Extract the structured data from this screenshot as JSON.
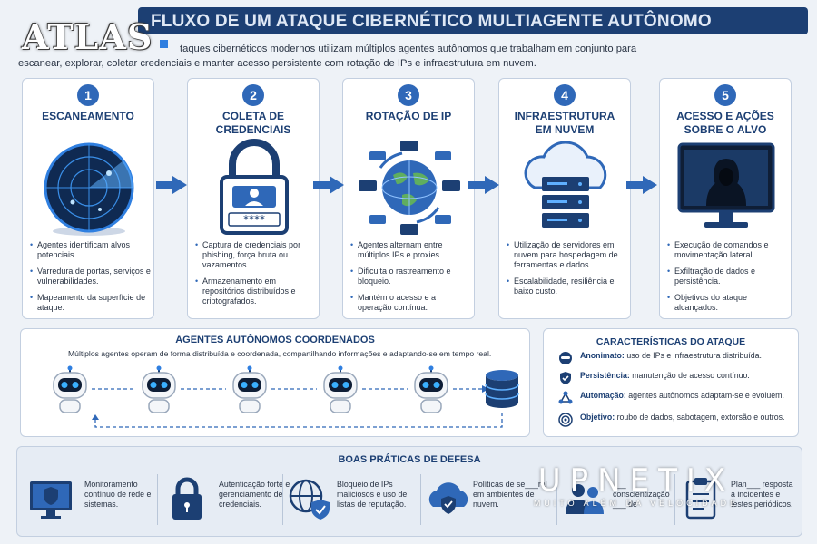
{
  "header": {
    "title": "FLUXO DE UM ATAQUE CIBERNÉTICO MULTIAGENTE AUTÔNOMO",
    "intro_line1": "taques cibernéticos modernos utilizam múltiplos agentes autônomos que trabalham em conjunto para",
    "intro_line2": "escanear, explorar, coletar credenciais e manter acesso persistente com rotação de IPs e infraestrutura em nuvem."
  },
  "logo": {
    "text": "ATLAS"
  },
  "steps": [
    {
      "number": "1",
      "title_line1": "ESCANEAMENTO",
      "title_line2": "",
      "icon": "radar-icon",
      "bullets": [
        "Agentes identificam alvos potenciais.",
        "Varredura de portas, serviços e vulnerabilidades.",
        "Mapeamento da superfície de ataque."
      ]
    },
    {
      "number": "2",
      "title_line1": "COLETA DE",
      "title_line2": "CREDENCIAIS",
      "icon": "padlock-icon",
      "bullets": [
        "Captura de credenciais por phishing, força bruta ou vazamentos.",
        "Armazenamento em repositórios distribuídos e criptografados."
      ]
    },
    {
      "number": "3",
      "title_line1": "ROTAÇÃO DE IP",
      "title_line2": "",
      "icon": "globe-servers-icon",
      "bullets": [
        "Agentes alternam entre múltiplos IPs e proxies.",
        "Dificulta o rastreamento e bloqueio.",
        "Mantém o acesso e a operação contínua."
      ]
    },
    {
      "number": "4",
      "title_line1": "INFRAESTRUTURA",
      "title_line2": "EM NUVEM",
      "icon": "cloud-server-icon",
      "bullets": [
        "Utilização de servidores em nuvem para hospedagem de ferramentas e dados.",
        "Escalabilidade, resiliência e baixo custo."
      ]
    },
    {
      "number": "5",
      "title_line1": "ACESSO E AÇÕES",
      "title_line2": "SOBRE O ALVO",
      "icon": "hacker-monitor-icon",
      "bullets": [
        "Execução de comandos e movimentação lateral.",
        "Exfiltração de dados e persistência.",
        "Objetivos do ataque alcançados."
      ]
    }
  ],
  "agents": {
    "title": "AGENTES AUTÔNOMOS COORDENADOS",
    "subtitle": "Múltiplos agentes operam de forma distribuída e coordenada, compartilhando informações e adaptando-se em tempo real."
  },
  "characteristics": {
    "title": "CARACTERÍSTICAS DO ATAQUE",
    "items": [
      {
        "icon": "mask-icon",
        "label": "Anonimato:",
        "text": " uso de IPs e infraestrutura distribuída."
      },
      {
        "icon": "shield-check-icon",
        "label": "Persistência:",
        "text": " manutenção de acesso contínuo."
      },
      {
        "icon": "network-icon",
        "label": "Automação:",
        "text": " agentes autônomos adaptam-se e evoluem."
      },
      {
        "icon": "target-icon",
        "label": "Objetivo:",
        "text": " roubo de dados, sabotagem, extorsão e outros."
      }
    ]
  },
  "defense": {
    "title": "BOAS PRÁTICAS DE DEFESA",
    "items": [
      {
        "icon": "monitor-shield-icon",
        "text": "Monitoramento contínuo de rede e sistemas."
      },
      {
        "icon": "lock-icon",
        "text": "Autenticação forte e gerenciamento de credenciais."
      },
      {
        "icon": "globe-shield-icon",
        "text": "Bloqueio de IPs maliciosos e uso de listas de reputação."
      },
      {
        "icon": "cloud-shield-icon",
        "text": "Políticas de se___ral em ambientes de nuvem."
      },
      {
        "icon": "users-icon",
        "text": "___ conscientização ___ de"
      },
      {
        "icon": "clipboard-icon",
        "text": "Plan___ resposta a incidentes e testes periódicos."
      }
    ]
  },
  "watermark": {
    "brand": "UPNETIX",
    "tagline": "MUITO ALÉM DA VELOCIDADE"
  },
  "colors": {
    "navy": "#1c3f73",
    "blue": "#2f68b8",
    "accent": "#2f7fe0"
  }
}
